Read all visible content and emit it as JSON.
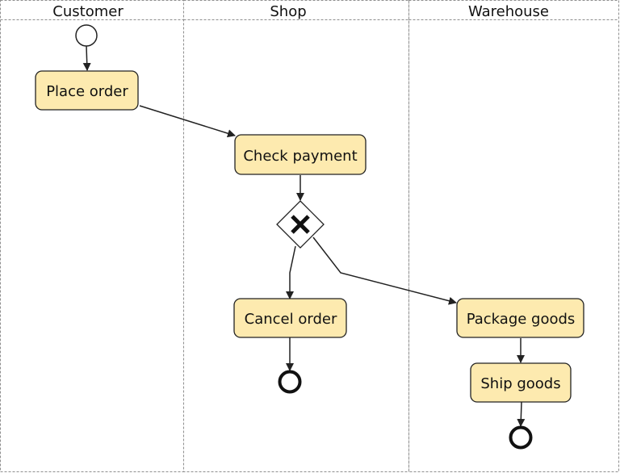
{
  "lanes": [
    {
      "id": "customer",
      "title": "Customer"
    },
    {
      "id": "shop",
      "title": "Shop"
    },
    {
      "id": "warehouse",
      "title": "Warehouse"
    }
  ],
  "tasks": {
    "place_order": "Place order",
    "check_payment": "Check payment",
    "cancel_order": "Cancel order",
    "package_goods": "Package goods",
    "ship_goods": "Ship goods"
  },
  "gateway": {
    "type": "exclusive",
    "icon": "x-icon"
  },
  "events": {
    "start": {
      "type": "start"
    },
    "end_cancel": {
      "type": "end"
    },
    "end_ship": {
      "type": "end"
    }
  },
  "flows": [
    [
      "start",
      "place_order"
    ],
    [
      "place_order",
      "check_payment"
    ],
    [
      "check_payment",
      "gateway"
    ],
    [
      "gateway",
      "cancel_order"
    ],
    [
      "gateway",
      "package_goods"
    ],
    [
      "cancel_order",
      "end_cancel"
    ],
    [
      "package_goods",
      "ship_goods"
    ],
    [
      "ship_goods",
      "end_ship"
    ]
  ],
  "colors": {
    "task_fill": "#fdeaaf",
    "task_stroke": "#222222",
    "lane_border": "#8f8f8f",
    "line": "#222222"
  }
}
